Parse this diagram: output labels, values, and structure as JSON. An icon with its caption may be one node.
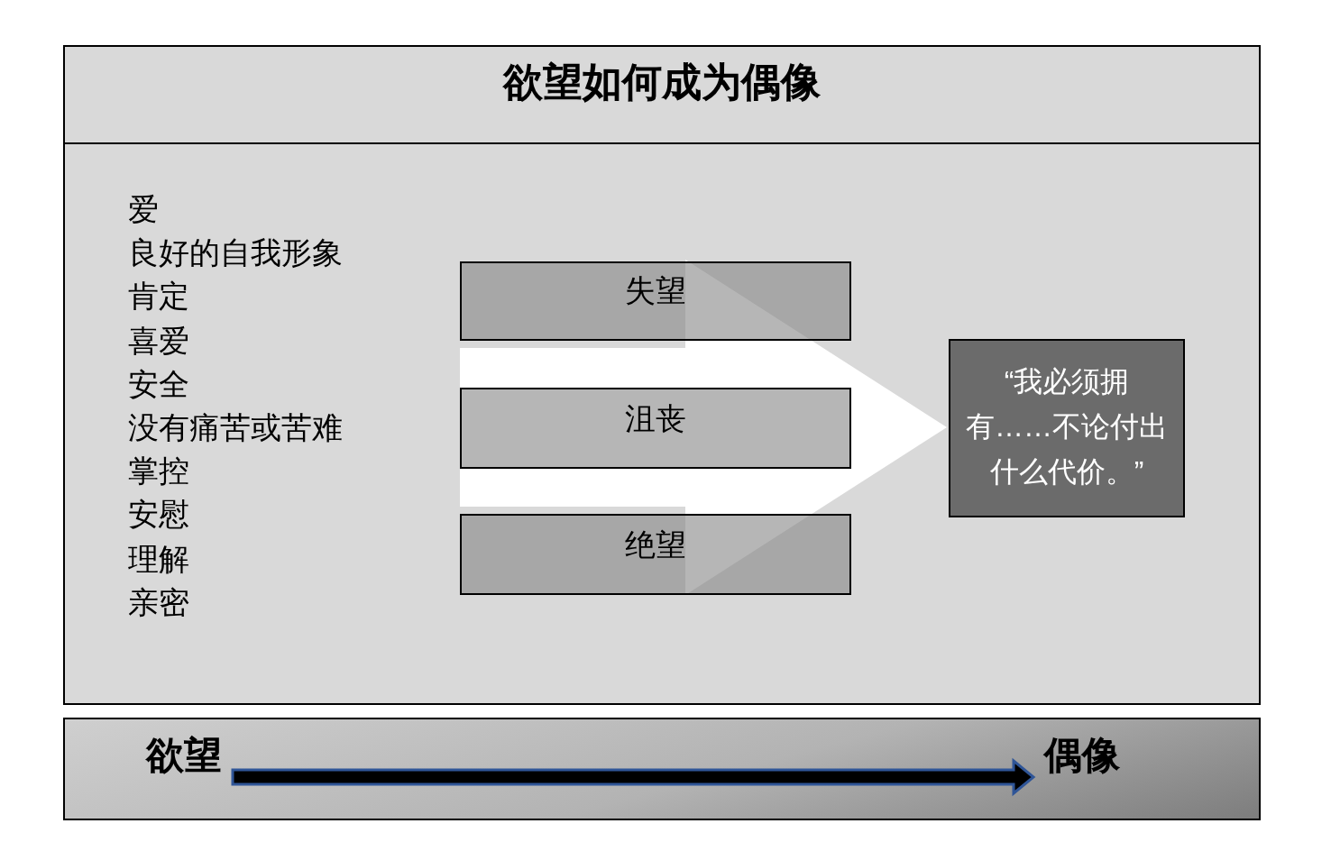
{
  "diagram": {
    "title": "欲望如何成为偶像",
    "nodes": [
      {
        "text": [
          "爱",
          "良好的自我形象",
          "肯定",
          "喜爱",
          "安全",
          "没有痛苦或苦难",
          "掌控",
          "安慰",
          "理解",
          "亲密"
        ]
      },
      {
        "text": [
          "失望"
        ],
        "in": 0
      },
      {
        "text": [
          "沮丧"
        ],
        "in": 0
      },
      {
        "text": [
          "绝望"
        ],
        "in": 0
      },
      {
        "text": [
          "“我必须拥有……不论付出什么代价。”"
        ],
        "in": 0
      },
      {
        "text": [],
        "shape": "bar"
      },
      {
        "text": [
          "欲望"
        ],
        "in": 5
      },
      {
        "text": [
          "偶像"
        ],
        "in": 5
      }
    ],
    "edges": [
      {
        "from": null,
        "to": 4,
        "arrow": "to",
        "style": "thick",
        "color": "#ffffff"
      },
      {
        "from": 6,
        "to": 7,
        "arrow": "to"
      }
    ]
  }
}
